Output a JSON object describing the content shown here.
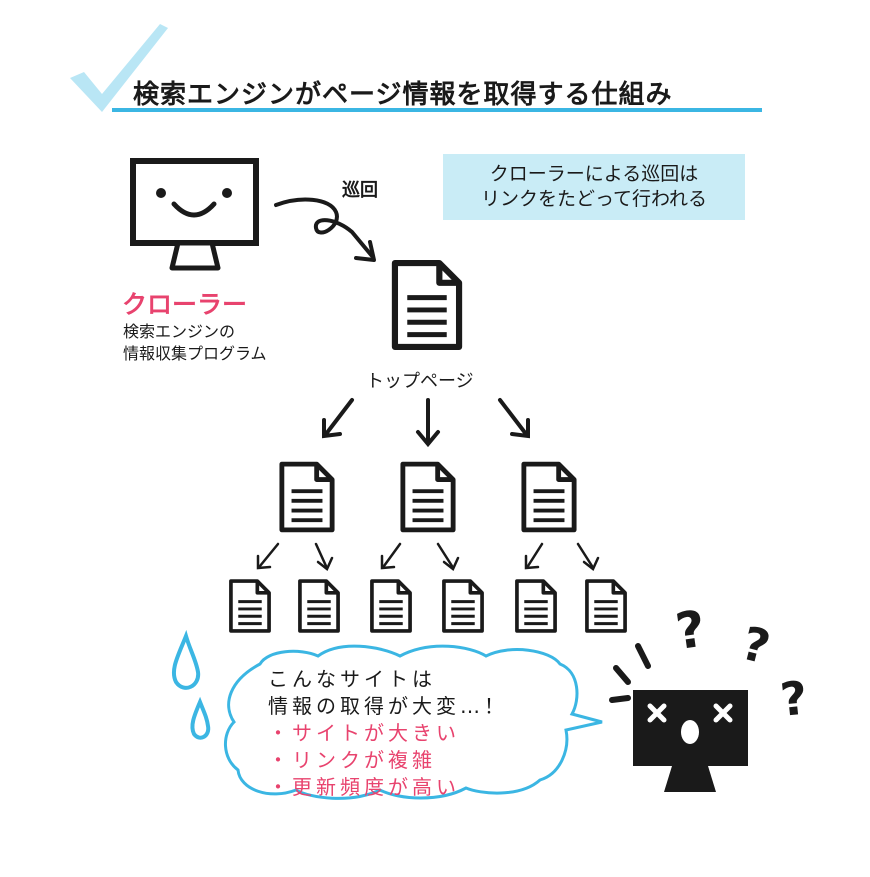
{
  "title": "検索エンジンがページ情報を取得する仕組み",
  "patrol_label": "巡回",
  "note_lines": [
    "クローラーによる巡回は",
    "リンクをたどって行われる"
  ],
  "crawler": {
    "name": "クローラー",
    "desc_lines": [
      "検索エンジンの",
      "情報収集プログラム"
    ]
  },
  "top_page_label": "トップページ",
  "bubble": {
    "lines": [
      "こんなサイトは",
      "情報の取得が大変…！"
    ],
    "bullets": [
      "・サイトが大きい",
      "・リンクが複雑",
      "・更新頻度が高い"
    ]
  },
  "colors": {
    "accent": "#3bb6e3",
    "note_bg": "#c9ecf6",
    "highlight": "#e8436e",
    "ink": "#1a1a1a",
    "check": "#b9e6f5"
  }
}
